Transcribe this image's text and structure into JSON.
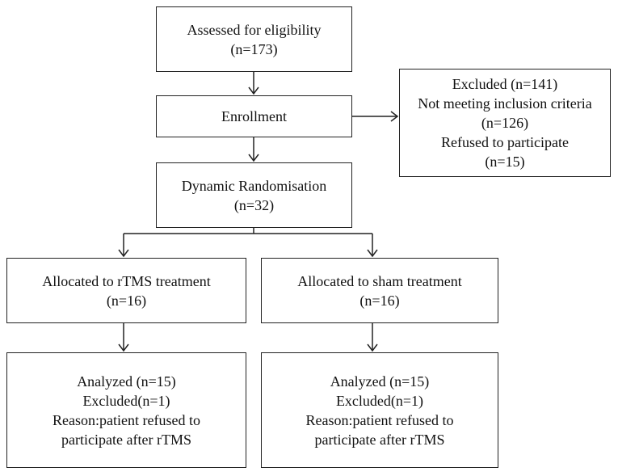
{
  "assessed": {
    "line1": "Assessed for eligibility",
    "line2": "(n=173)"
  },
  "enrollment": {
    "line1": "Enrollment"
  },
  "excluded": {
    "line1": "Excluded (n=141)",
    "line2": "Not meeting inclusion criteria",
    "line3": "(n=126)",
    "line4": "Refused to participate",
    "line5": "(n=15)"
  },
  "randomisation": {
    "line1": "Dynamic Randomisation",
    "line2": "(n=32)"
  },
  "rtms_arm": {
    "line1": "Allocated to rTMS treatment",
    "line2": "(n=16)"
  },
  "sham_arm": {
    "line1": "Allocated to sham treatment",
    "line2": "(n=16)"
  },
  "rtms_analysis": {
    "line1": "Analyzed (n=15)",
    "line2": "Excluded(n=1)",
    "line3": "Reason:patient refused to",
    "line4": "participate after rTMS"
  },
  "sham_analysis": {
    "line1": "Analyzed (n=15)",
    "line2": "Excluded(n=1)",
    "line3": "Reason:patient refused to",
    "line4": "participate after rTMS"
  }
}
